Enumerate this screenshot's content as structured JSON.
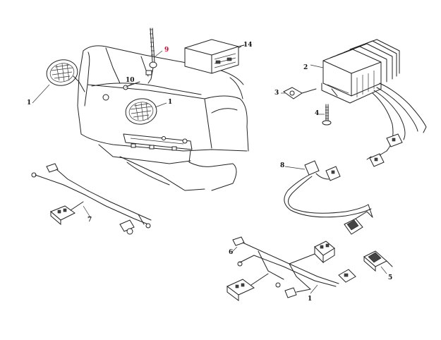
{
  "callouts": {
    "c1a": "1",
    "c1b": "1",
    "c1c": "1",
    "c2": "2",
    "c3": "3",
    "c4": "4",
    "c5": "5",
    "c6": "6",
    "c7": "7",
    "c8": "8",
    "c9": "9",
    "c10": "10",
    "c14": "14"
  },
  "colors": {
    "line": "#222222",
    "highlight_callout": "#c8102e",
    "background": "#ffffff"
  }
}
